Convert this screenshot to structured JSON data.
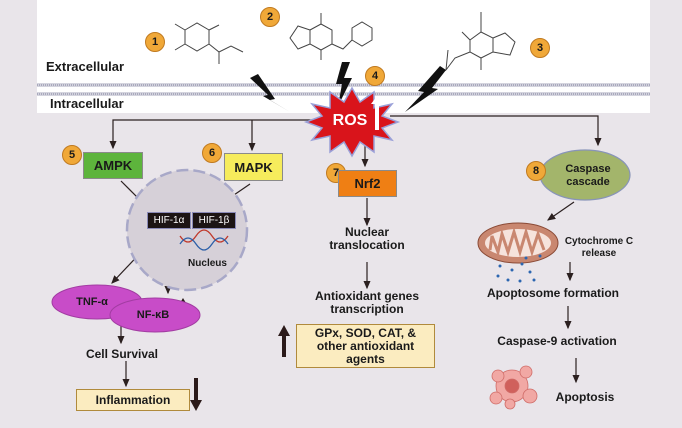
{
  "labels": {
    "extracellular": "Extracellular",
    "intracellular": "Intracellular",
    "ros": "ROS",
    "ampk": "AMPK",
    "mapk": "MAPK",
    "hif1a": "HIF-1α",
    "hif1b": "HIF-1β",
    "nucleus": "Nucleus",
    "tnf": "TNF-α",
    "nfkb": "NF-κB",
    "cell_survival": "Cell Survival",
    "inflammation": "Inflammation",
    "nrf2": "Nrf2",
    "nuclear_translocation": "Nuclear translocation",
    "antioxidant_transcription": "Antioxidant genes transcription",
    "antioxidant_agents": "GPx, SOD, CAT, & other antioxidant agents",
    "caspase_cascade": "Caspase cascade",
    "cytochrome": "Cytochrome C release",
    "apoptosome": "Apoptosome formation",
    "caspase9": "Caspase-9 activation",
    "apoptosis": "Apoptosis"
  },
  "numbers": [
    "1",
    "2",
    "3",
    "4",
    "5",
    "6",
    "7",
    "8"
  ],
  "colors": {
    "ampk": "#5db43c",
    "mapk": "#f6ec5c",
    "nrf2": "#ef7f14",
    "caspase": "#a3b56b",
    "tnf_nfkb": "#c84cc8",
    "ros": "#d9141b",
    "badge": "#f0a838",
    "box": "#fbecc0"
  }
}
